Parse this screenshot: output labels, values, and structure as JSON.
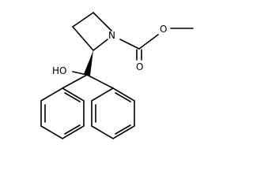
{
  "molecule": {
    "atom_labels": {
      "nitrogen": "N",
      "carbonyl_oxygen": "O",
      "ester_oxygen": "O",
      "hydroxyl": "HO"
    },
    "colors": {
      "bond": "#000000",
      "label": "#000000",
      "background": "#ffffff"
    }
  }
}
